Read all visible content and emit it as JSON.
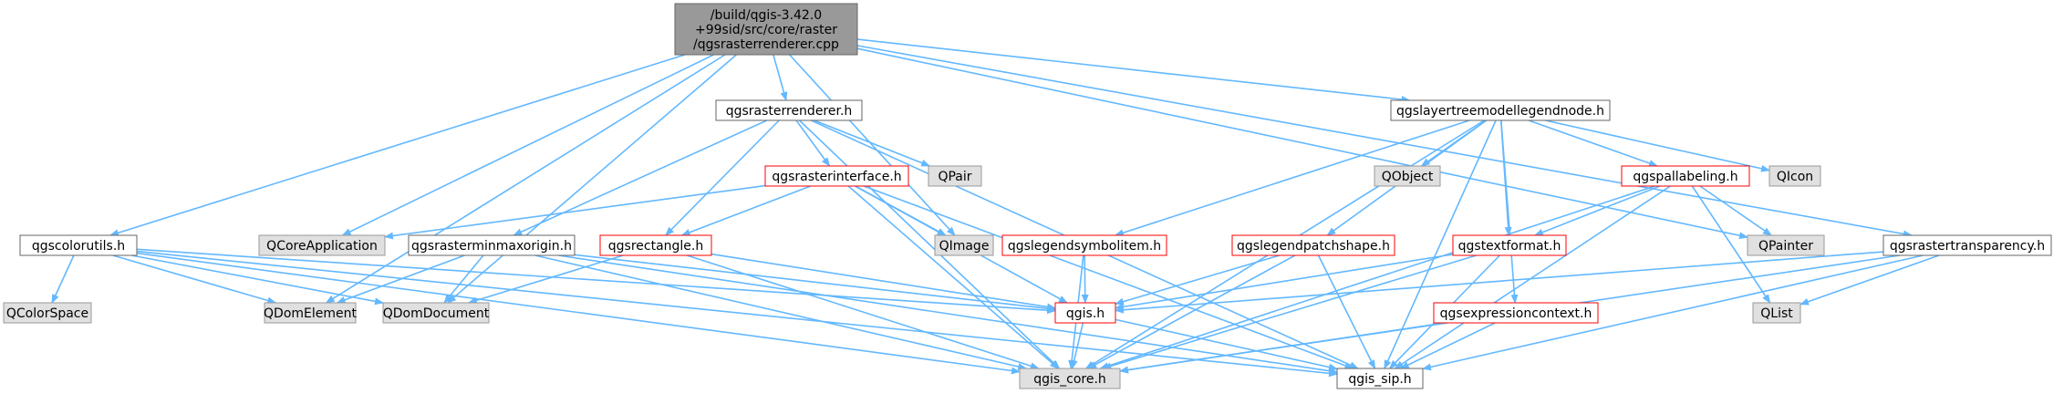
{
  "colors": {
    "edge": "#63b8ff",
    "root_fill": "#999999",
    "normal_border": "#666666",
    "red_border": "#ff0000",
    "gray_fill": "#e0e0e0",
    "gray_border": "#999999",
    "node_fill": "#ffffff"
  },
  "nodes": {
    "root": {
      "label": "/build/qgis-3.42.0\n+99sid/src/core/raster\n/qgsrasterrenderer.cpp",
      "style": "root"
    },
    "qgsrasterrenderer_h": {
      "label": "qgsrasterrenderer.h",
      "style": "normal"
    },
    "qgslayertreemodellegendnode_h": {
      "label": "qgslayertreemodellegendnode.h",
      "style": "normal"
    },
    "qgscolorutils_h": {
      "label": "qgscolorutils.h",
      "style": "normal"
    },
    "qgsrasterinterface_h": {
      "label": "qgsrasterinterface.h",
      "style": "red"
    },
    "QPair": {
      "label": "QPair",
      "style": "gray"
    },
    "QObject": {
      "label": "QObject",
      "style": "gray"
    },
    "qgspallabeling_h": {
      "label": "qgspallabeling.h",
      "style": "red"
    },
    "QIcon": {
      "label": "QIcon",
      "style": "gray"
    },
    "QCoreApplication": {
      "label": "QCoreApplication",
      "style": "gray"
    },
    "qgsrasterminmaxorigin_h": {
      "label": "qgsrasterminmaxorigin.h",
      "style": "normal"
    },
    "qgsrectangle_h": {
      "label": "qgsrectangle.h",
      "style": "red"
    },
    "QImage": {
      "label": "QImage",
      "style": "gray"
    },
    "qgslegendsymbolitem_h": {
      "label": "qgslegendsymbolitem.h",
      "style": "red"
    },
    "qgslegendpatchshape_h": {
      "label": "qgslegendpatchshape.h",
      "style": "red"
    },
    "qgstextformat_h": {
      "label": "qgstextformat.h",
      "style": "red"
    },
    "QPainter": {
      "label": "QPainter",
      "style": "gray"
    },
    "qgsrastertransparency_h": {
      "label": "qgsrastertransparency.h",
      "style": "normal"
    },
    "QColorSpace": {
      "label": "QColorSpace",
      "style": "gray"
    },
    "QDomElement": {
      "label": "QDomElement",
      "style": "gray"
    },
    "QDomDocument": {
      "label": "QDomDocument",
      "style": "gray"
    },
    "qgis_h": {
      "label": "qgis.h",
      "style": "red"
    },
    "qgsexpressioncontext_h": {
      "label": "qgsexpressioncontext.h",
      "style": "red"
    },
    "QList": {
      "label": "QList",
      "style": "gray"
    },
    "qgis_core_h": {
      "label": "qgis_core.h",
      "style": "gray"
    },
    "qgis_sip_h": {
      "label": "qgis_sip.h",
      "style": "normal"
    }
  },
  "edges": [
    [
      "root",
      "qgsrasterrenderer_h"
    ],
    [
      "root",
      "qgslayertreemodellegendnode_h"
    ],
    [
      "root",
      "qgscolorutils_h"
    ],
    [
      "root",
      "QCoreApplication"
    ],
    [
      "root",
      "QImage"
    ],
    [
      "root",
      "QPainter"
    ],
    [
      "root",
      "qgsrastertransparency_h"
    ],
    [
      "root",
      "QDomElement"
    ],
    [
      "root",
      "QDomDocument"
    ],
    [
      "qgsrasterrenderer_h",
      "qgsrasterinterface_h"
    ],
    [
      "qgsrasterrenderer_h",
      "QPair"
    ],
    [
      "qgsrasterrenderer_h",
      "qgsrasterminmaxorigin_h"
    ],
    [
      "qgsrasterrenderer_h",
      "qgsrectangle_h"
    ],
    [
      "qgsrasterrenderer_h",
      "qgis_core_h"
    ],
    [
      "qgsrasterrenderer_h",
      "qgis_sip_h"
    ],
    [
      "qgsrasterinterface_h",
      "QCoreApplication"
    ],
    [
      "qgsrasterinterface_h",
      "qgsrectangle_h"
    ],
    [
      "qgsrasterinterface_h",
      "QImage"
    ],
    [
      "qgsrasterinterface_h",
      "qgis_h"
    ],
    [
      "qgsrasterinterface_h",
      "qgis_core_h"
    ],
    [
      "qgsrasterinterface_h",
      "qgis_sip_h"
    ],
    [
      "qgsrasterminmaxorigin_h",
      "QDomElement"
    ],
    [
      "qgsrasterminmaxorigin_h",
      "QDomDocument"
    ],
    [
      "qgsrasterminmaxorigin_h",
      "qgis_h"
    ],
    [
      "qgsrasterminmaxorigin_h",
      "qgis_core_h"
    ],
    [
      "qgsrasterminmaxorigin_h",
      "qgis_sip_h"
    ],
    [
      "qgsrectangle_h",
      "QDomDocument"
    ],
    [
      "qgsrectangle_h",
      "qgis_h"
    ],
    [
      "qgsrectangle_h",
      "qgis_core_h"
    ],
    [
      "qgslayertreemodellegendnode_h",
      "QObject"
    ],
    [
      "qgslayertreemodellegendnode_h",
      "qgspallabeling_h"
    ],
    [
      "qgslayertreemodellegendnode_h",
      "QIcon"
    ],
    [
      "qgslayertreemodellegendnode_h",
      "qgslegendsymbolitem_h"
    ],
    [
      "qgslayertreemodellegendnode_h",
      "qgslegendpatchshape_h"
    ],
    [
      "qgslayertreemodellegendnode_h",
      "qgstextformat_h"
    ],
    [
      "qgslayertreemodellegendnode_h",
      "qgsexpressioncontext_h"
    ],
    [
      "qgslayertreemodellegendnode_h",
      "qgis_core_h"
    ],
    [
      "qgslayertreemodellegendnode_h",
      "qgis_sip_h"
    ],
    [
      "qgspallabeling_h",
      "qgstextformat_h"
    ],
    [
      "qgspallabeling_h",
      "QPainter"
    ],
    [
      "qgspallabeling_h",
      "QList"
    ],
    [
      "qgspallabeling_h",
      "qgis_core_h"
    ],
    [
      "qgspallabeling_h",
      "qgis_sip_h"
    ],
    [
      "qgslegendsymbolitem_h",
      "qgis_h"
    ],
    [
      "qgslegendsymbolitem_h",
      "qgis_core_h"
    ],
    [
      "qgslegendpatchshape_h",
      "qgis_h"
    ],
    [
      "qgslegendpatchshape_h",
      "qgis_core_h"
    ],
    [
      "qgslegendpatchshape_h",
      "qgis_sip_h"
    ],
    [
      "qgstextformat_h",
      "qgis_h"
    ],
    [
      "qgstextformat_h",
      "qgis_core_h"
    ],
    [
      "qgstextformat_h",
      "qgis_sip_h"
    ],
    [
      "qgsrastertransparency_h",
      "qgis_h"
    ],
    [
      "qgsrastertransparency_h",
      "QList"
    ],
    [
      "qgsrastertransparency_h",
      "qgis_core_h"
    ],
    [
      "qgsrastertransparency_h",
      "qgis_sip_h"
    ],
    [
      "qgscolorutils_h",
      "QColorSpace"
    ],
    [
      "qgscolorutils_h",
      "QDomElement"
    ],
    [
      "qgscolorutils_h",
      "QDomDocument"
    ],
    [
      "qgscolorutils_h",
      "qgis_h"
    ],
    [
      "qgscolorutils_h",
      "qgis_core_h"
    ],
    [
      "qgscolorutils_h",
      "qgis_sip_h"
    ],
    [
      "qgis_h",
      "qgis_core_h"
    ],
    [
      "qgis_h",
      "qgis_sip_h"
    ],
    [
      "qgsexpressioncontext_h",
      "qgis_core_h"
    ],
    [
      "qgsexpressioncontext_h",
      "qgis_sip_h"
    ]
  ]
}
